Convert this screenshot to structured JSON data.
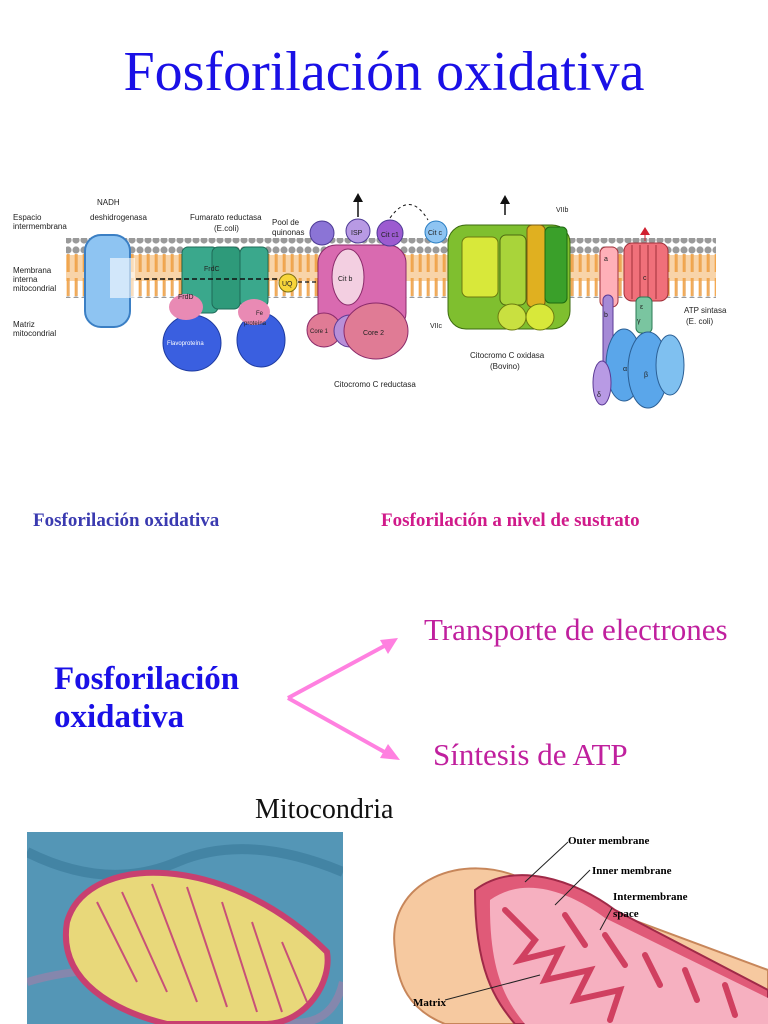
{
  "title": "Fosforilación oxidativa",
  "diagram": {
    "labels": {
      "espacio_1": "Espacio",
      "espacio_2": "intermembrana",
      "membrana_1": "Membrana",
      "membrana_2": "interna",
      "membrana_3": "mitocondrial",
      "matriz_1": "Matriz",
      "matriz_2": "mitocondrial",
      "nadh_1": "NADH",
      "nadh_2": "deshidrogenasa",
      "fumarato_1": "Fumarato reductasa",
      "fumarato_2": "(E.coli)",
      "pool_1": "Pool de",
      "pool_2": "quinonas",
      "flavo": "Flavoproteína",
      "fe": "Fe",
      "fe_prot": "proteína",
      "frdc": "FrdC",
      "frdd": "FrdD",
      "uq": "UQ",
      "citb": "Cit b",
      "citc1": "Cit c1",
      "isp": "ISP",
      "citc": "Cit c",
      "core1": "Core 1",
      "core2": "Core 2",
      "citocromo_c_red": "Citocromo C reductasa",
      "citocromo_c_ox_1": "Citocromo C oxidasa",
      "citocromo_c_ox_2": "(Bovino)",
      "atp_1": "ATP sintasa",
      "atp_2": "(E. coli)",
      "viib": "VIIb",
      "viic": "VIIc",
      "alpha": "α",
      "beta": "β",
      "gamma": "γ",
      "delta": "δ",
      "epsilon": "ε",
      "sub_a": "a",
      "sub_b": "b",
      "sub_c": "c"
    }
  },
  "subtitle_left": "Fosforilación oxidativa",
  "subtitle_right": "Fosforilación a nivel de sustrato",
  "main_term_line1": "Fosforilación",
  "main_term_line2": "oxidativa",
  "branch1": "Transporte de electrones",
  "branch2": "Síntesis de ATP",
  "mito_title": "Mitocondria",
  "mito_labels": {
    "outer": "Outer membrane",
    "inner": "Inner membrane",
    "inter_1": "Intermembrane",
    "inter_2": "space",
    "matrix": "Matrix"
  },
  "colors": {
    "title": "#1a10e6",
    "subtitle_left": "#3a3ab0",
    "subtitle_right": "#d01a8a",
    "arrow": "#ff80e0",
    "branch": "#c0209e"
  }
}
